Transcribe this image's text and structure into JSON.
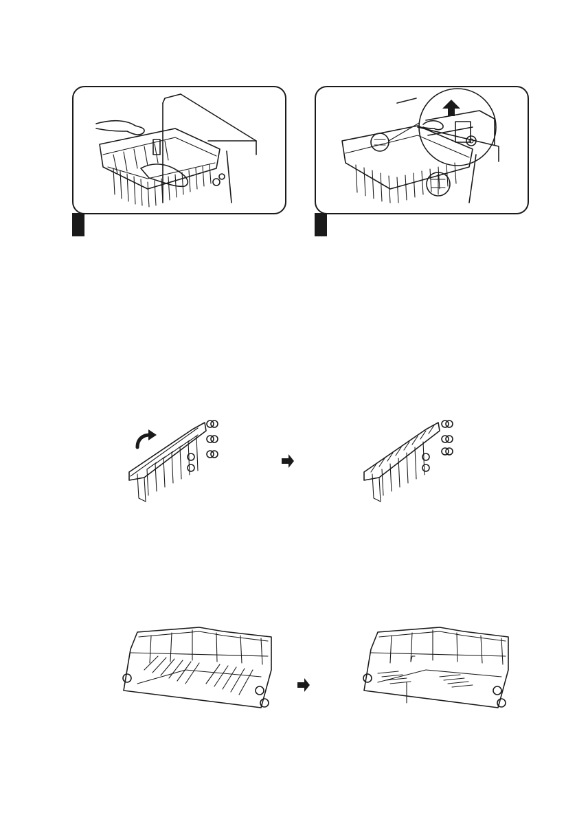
{
  "footer": {
    "text": ""
  },
  "figures": {
    "step1": {
      "icon": "hands-holding-rack-illustration"
    },
    "step2": {
      "icon": "rack-release-latch-detail-illustration",
      "arrow_icon": "up-arrow-icon"
    },
    "step3": {
      "icon": "fold-rack-rail-illustration",
      "arrow_icon": "right-arrow-icon"
    },
    "step4": {
      "icon": "lower-basket-fold-tines-illustration",
      "arrow_icon": "right-arrow-icon"
    }
  }
}
